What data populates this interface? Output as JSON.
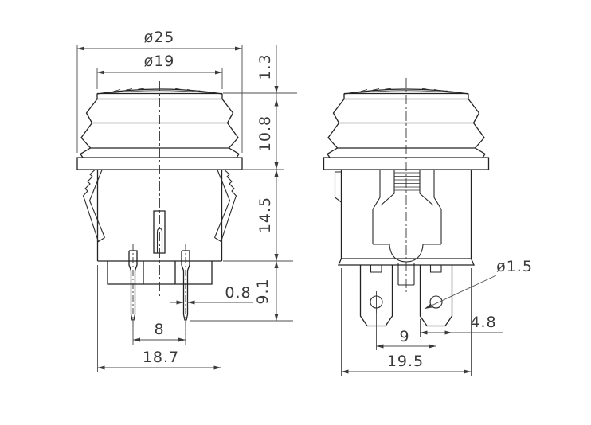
{
  "front_view": {
    "outer_diameter": "ø25",
    "button_diameter": "ø19",
    "cap_lip_height": "1.3",
    "cap_height": "10.8",
    "body_height": "14.5",
    "pin_length": "9.1",
    "pin_width": "0.8",
    "pin_spacing": "8",
    "body_width": "18.7"
  },
  "side_view": {
    "hole_diameter": "ø1.5",
    "terminal_width": "4.8",
    "terminal_spacing": "9",
    "base_width": "19.5"
  }
}
